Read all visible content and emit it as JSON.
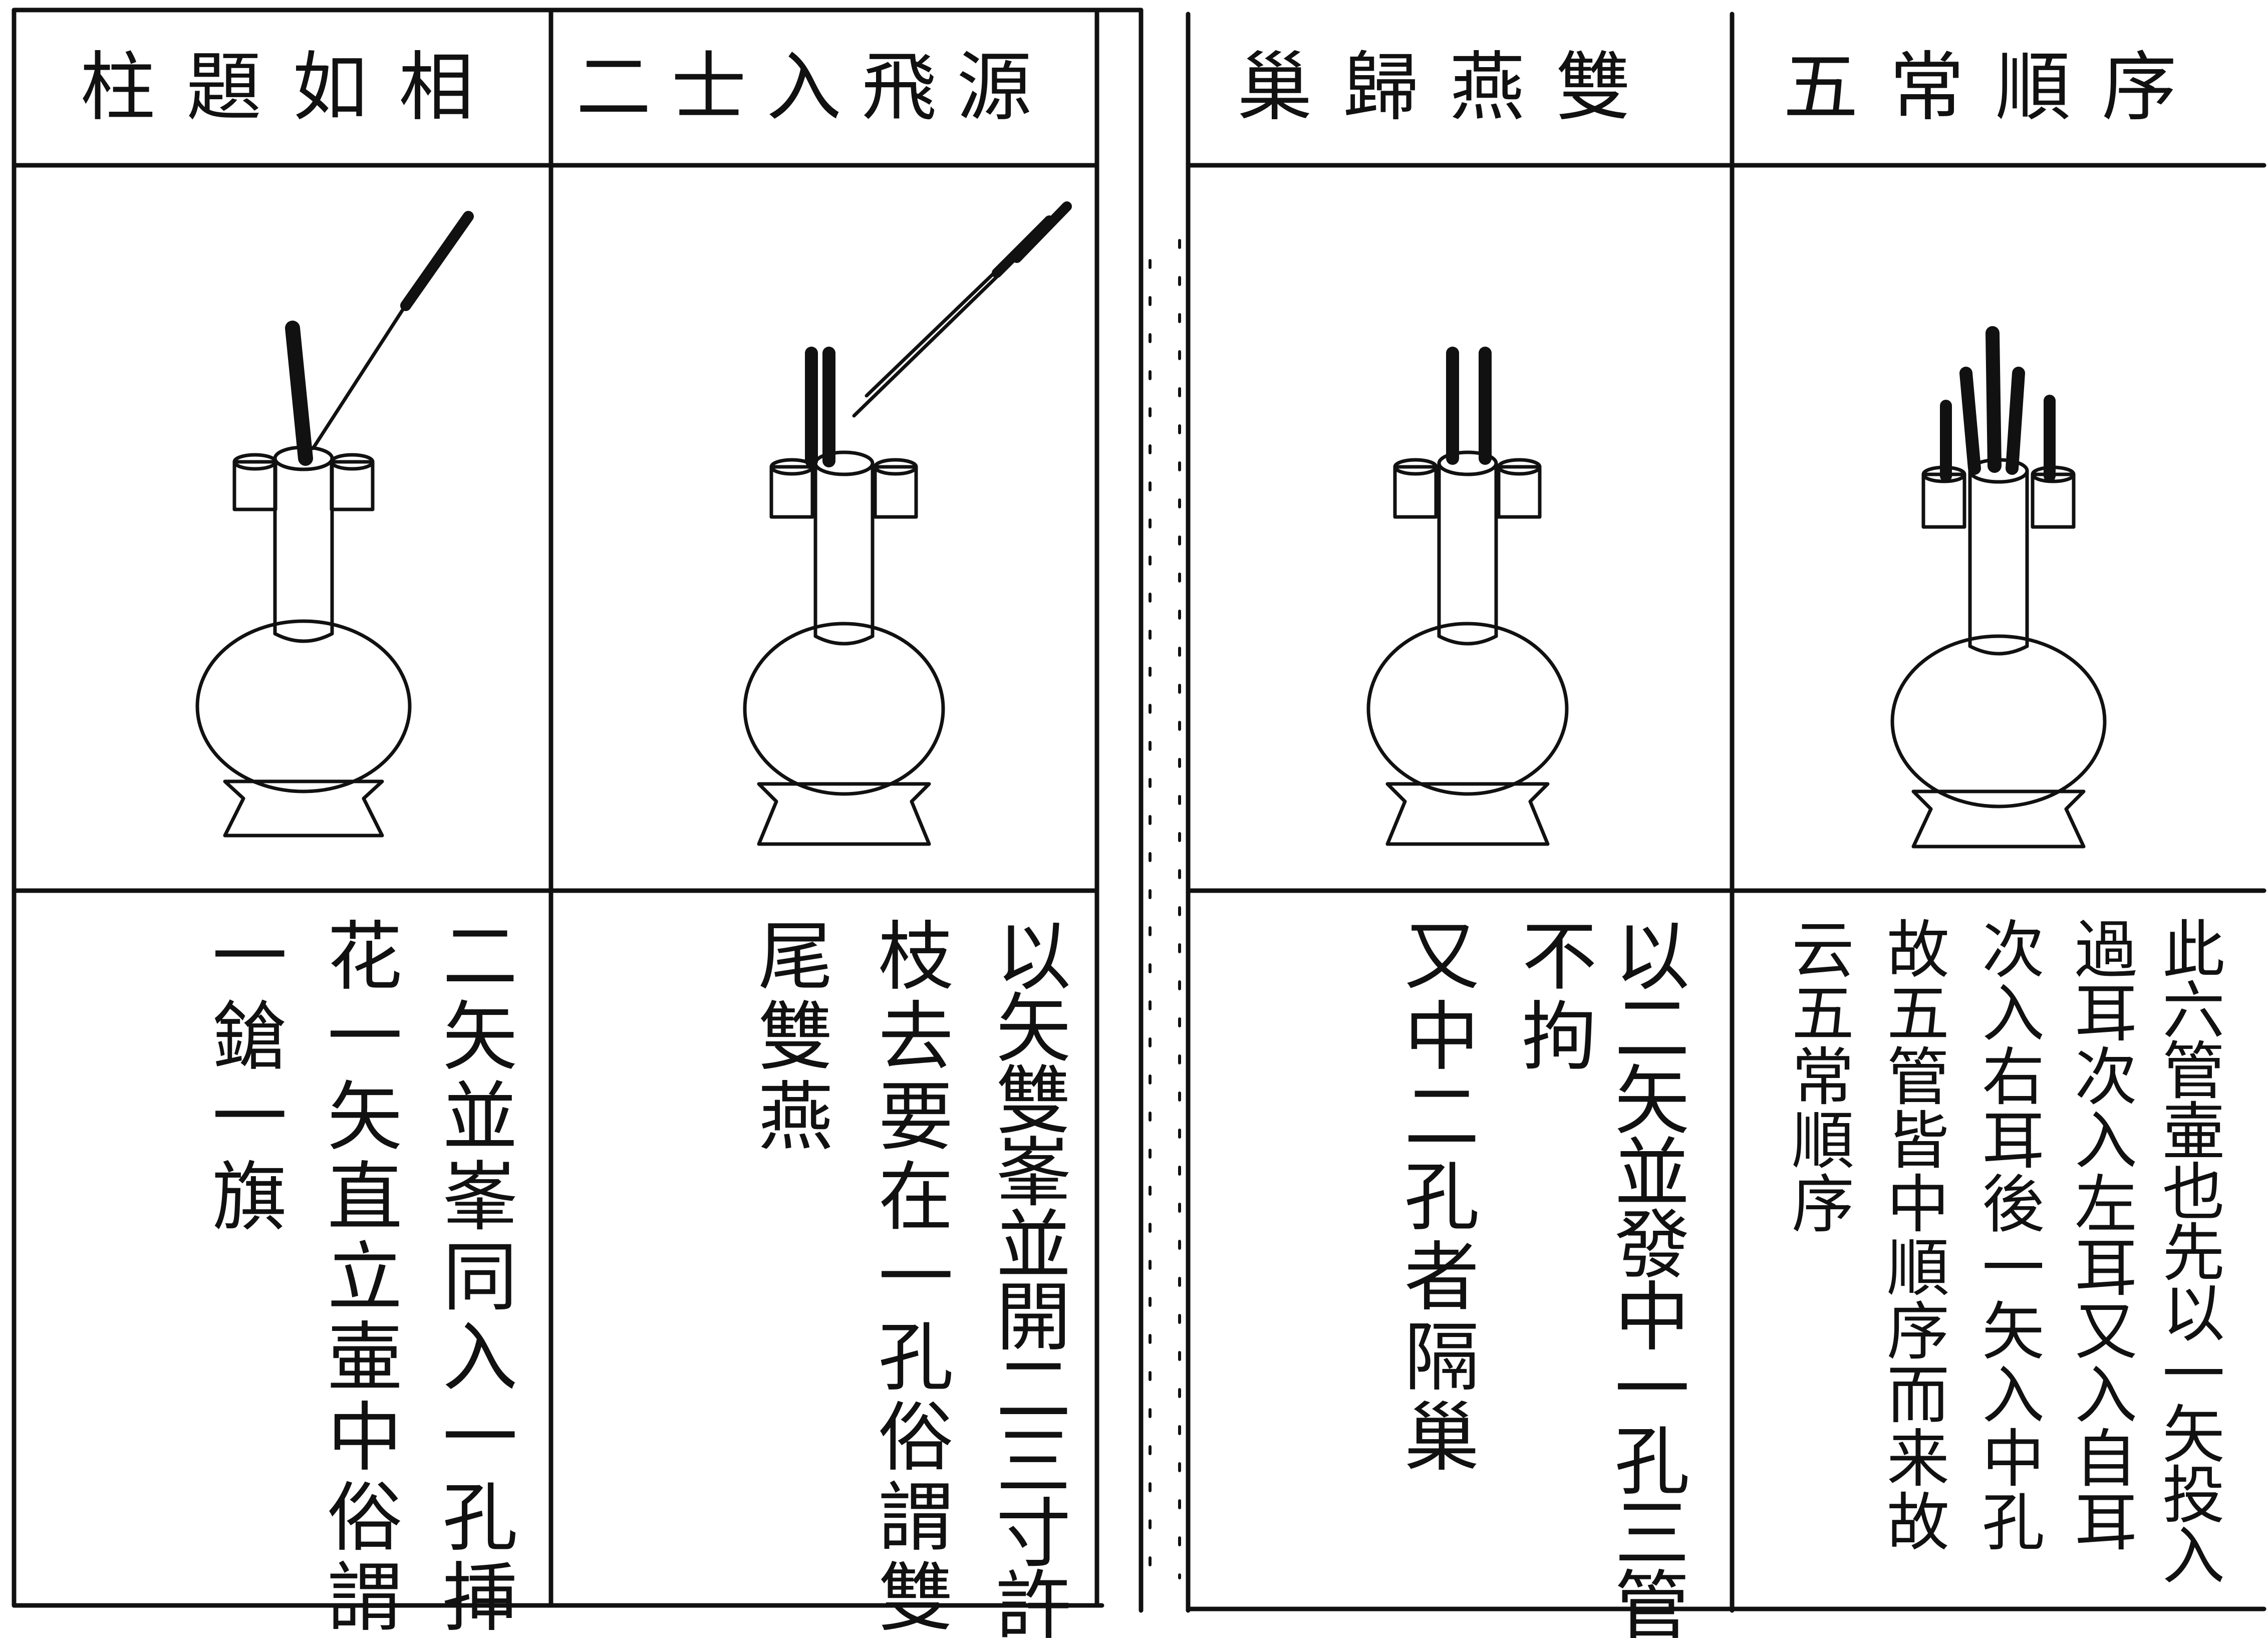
{
  "panels": [
    {
      "title": "柱題如相",
      "arrows": "one-upright-one-slanted",
      "lines": [
        "二矢並峯同入一孔挿",
        "花一矢直立壷中俗謂",
        "一鎗一旗"
      ]
    },
    {
      "title": "二士入飛源",
      "arrows": "two-upright-two-slanted",
      "lines": [
        "以矢雙峯並開二三寸許",
        "枝去要在一孔俗謂雙",
        "尾雙燕"
      ]
    },
    {
      "title": "巢歸燕雙",
      "arrows": "two-upright",
      "lines": [
        "以二矢並發中一孔三管",
        "不拘",
        "又中二孔者隔巢"
      ]
    },
    {
      "title": "五常順序",
      "arrows": "five-upright",
      "lines": [
        "此六管壷也先以一矢投入",
        "過耳次入左耳又入自耳",
        "次入右耳後一矢入中孔",
        "故五管皆中順序而来故",
        "云五常順序"
      ]
    }
  ]
}
